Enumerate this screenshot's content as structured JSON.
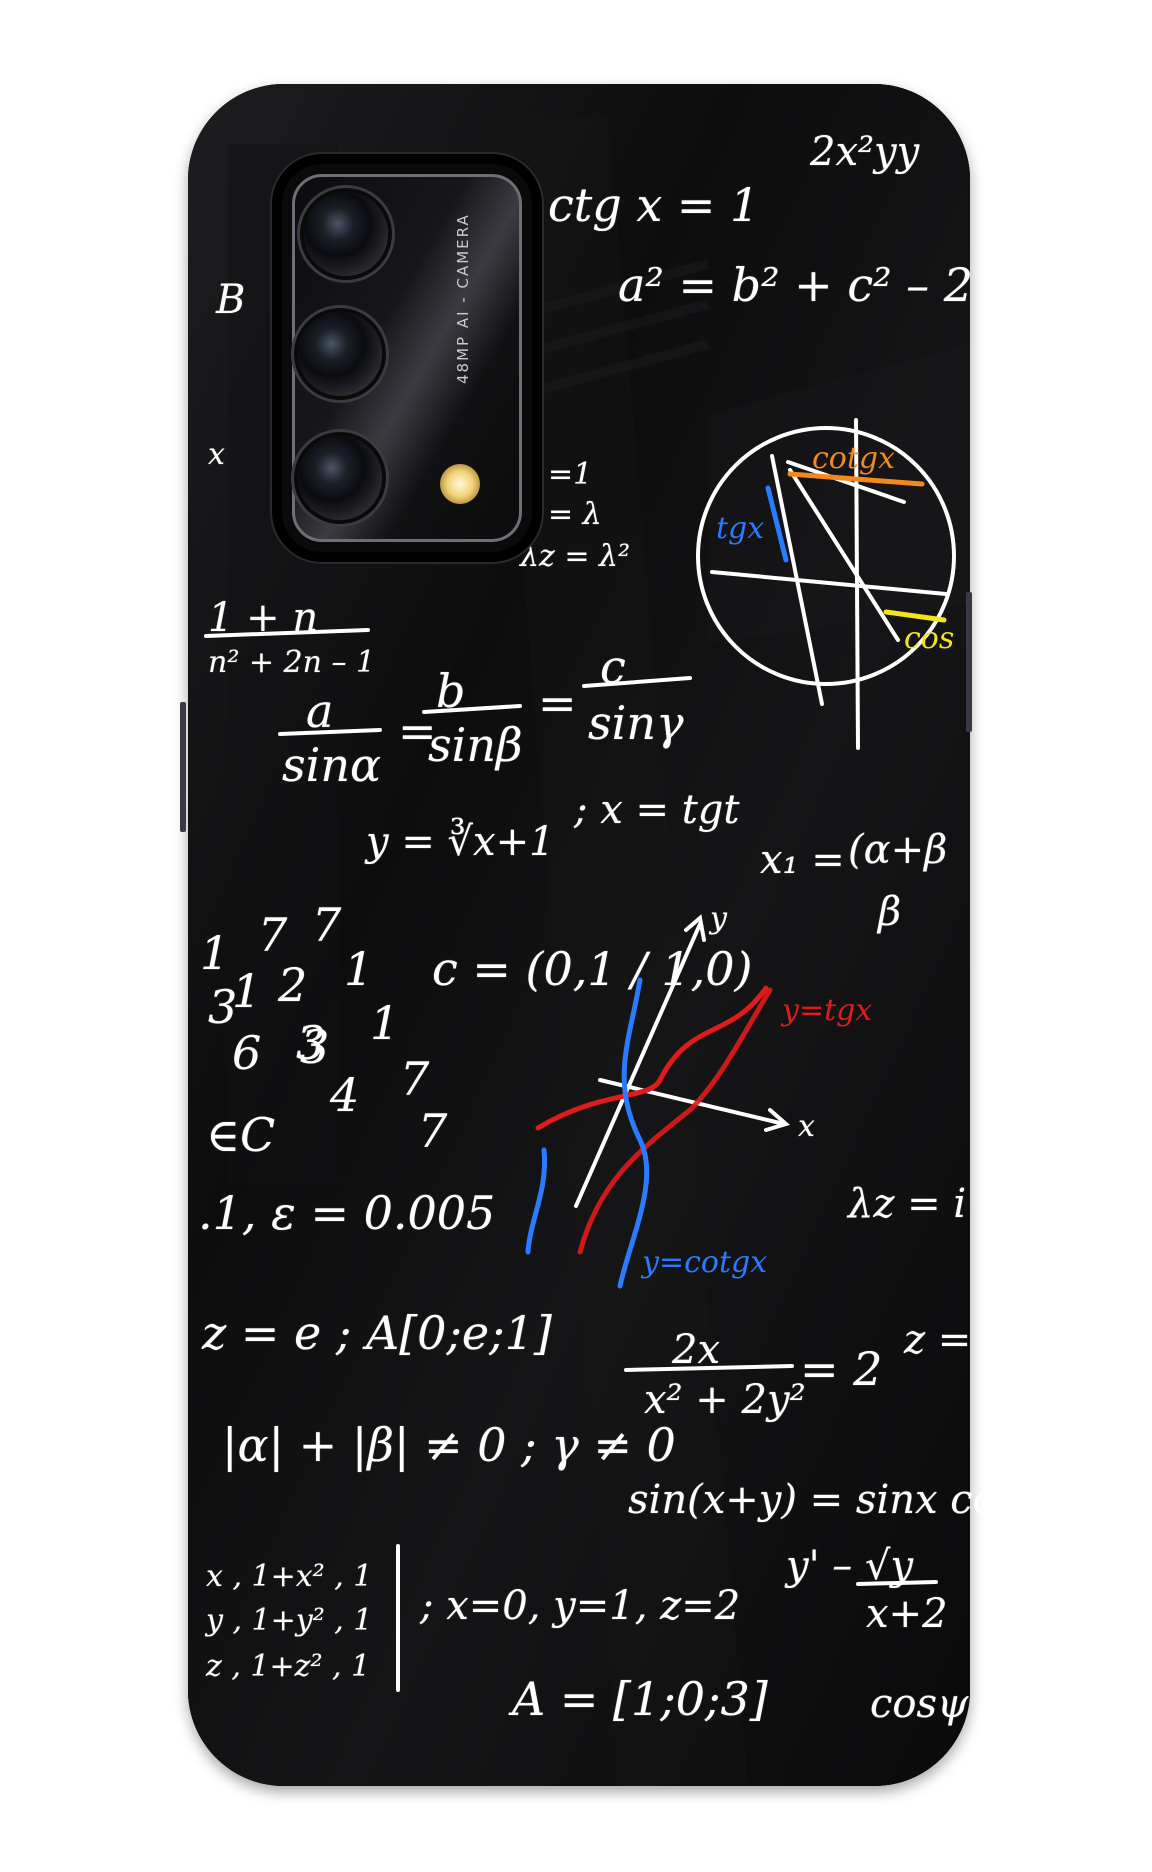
{
  "camera": {
    "label": "48MP  AI - CAMERA"
  },
  "formulas": {
    "f_ctg": "ctg x = 1",
    "f_2x2yy": "2x²yy",
    "f_B": "B",
    "f_a2": "a² = b² + c² – 2",
    "f_x_frac_left": "x",
    "f_lambda1": "=1",
    "f_lambda2": "= λ",
    "f_lambda3": "λz = λ²",
    "f_n1": "1 + n",
    "f_n2": "n² + 2n – 1",
    "f_sine_rule_a_num": "a",
    "f_sine_rule_a_den": "sinα",
    "f_sine_rule_b_num": "b",
    "f_sine_rule_b_den": "sinβ",
    "f_sine_rule_c_num": "c",
    "f_sine_rule_c_den": "sinγ",
    "f_sine_rule_eq": "=",
    "f_cuberoot": "y = ∛x+1",
    "f_x_tgt": "; x = tgt",
    "f_x1": "x₁ =",
    "f_alpha_beta": "(α+β",
    "f_beta": "β",
    "f_c_matrix": "c = (0,1 / 1,0)",
    "f_epsilon": ".1, ε = 0.005",
    "f_eC": "∈C",
    "f_lambda_z": "λz = i",
    "f_z_eq_e": "z = e ; A[0;e;1]",
    "f_2x_num": "2x",
    "f_2x_den": "x² + 2y²",
    "f_2x_eq": "= 2",
    "f_z_right": "z =",
    "f_alpha_abs": "|α| + |β| ≠ 0 ; γ ≠ 0",
    "f_sin_sum": "sin(x+y) = sinx cos",
    "f_yprime": "y' – √y",
    "f_x_plus_2": "x+2",
    "f_sys1": "x , 1+x² , 1",
    "f_sys2": "y , 1+y² , 1",
    "f_sys3": "z , 1+z² , 1",
    "f_sys_cond": "; x=0, y=1, z=2",
    "f_A_vec": "A = [1;0;3]",
    "f_cos_bottom": "cosψ",
    "f_cotgx": "cotgx",
    "f_tgx": "tgx",
    "f_cos_label": "cos",
    "f_y_tgx": "y=tgx",
    "f_y_cotgx": "y=cotgx",
    "f_axis_y": "y",
    "f_axis_x": "x"
  },
  "digits": [
    "1",
    "7",
    "7",
    "1",
    "2",
    "1",
    "3",
    "3",
    "6",
    "3",
    "1",
    "4",
    "7",
    "7"
  ],
  "colors": {
    "board": "#0b0b0c",
    "chalk": "#ffffff",
    "red": "#e01b1b",
    "blue": "#2a7bff",
    "orange": "#f08a1e",
    "yellow": "#f3e321"
  }
}
